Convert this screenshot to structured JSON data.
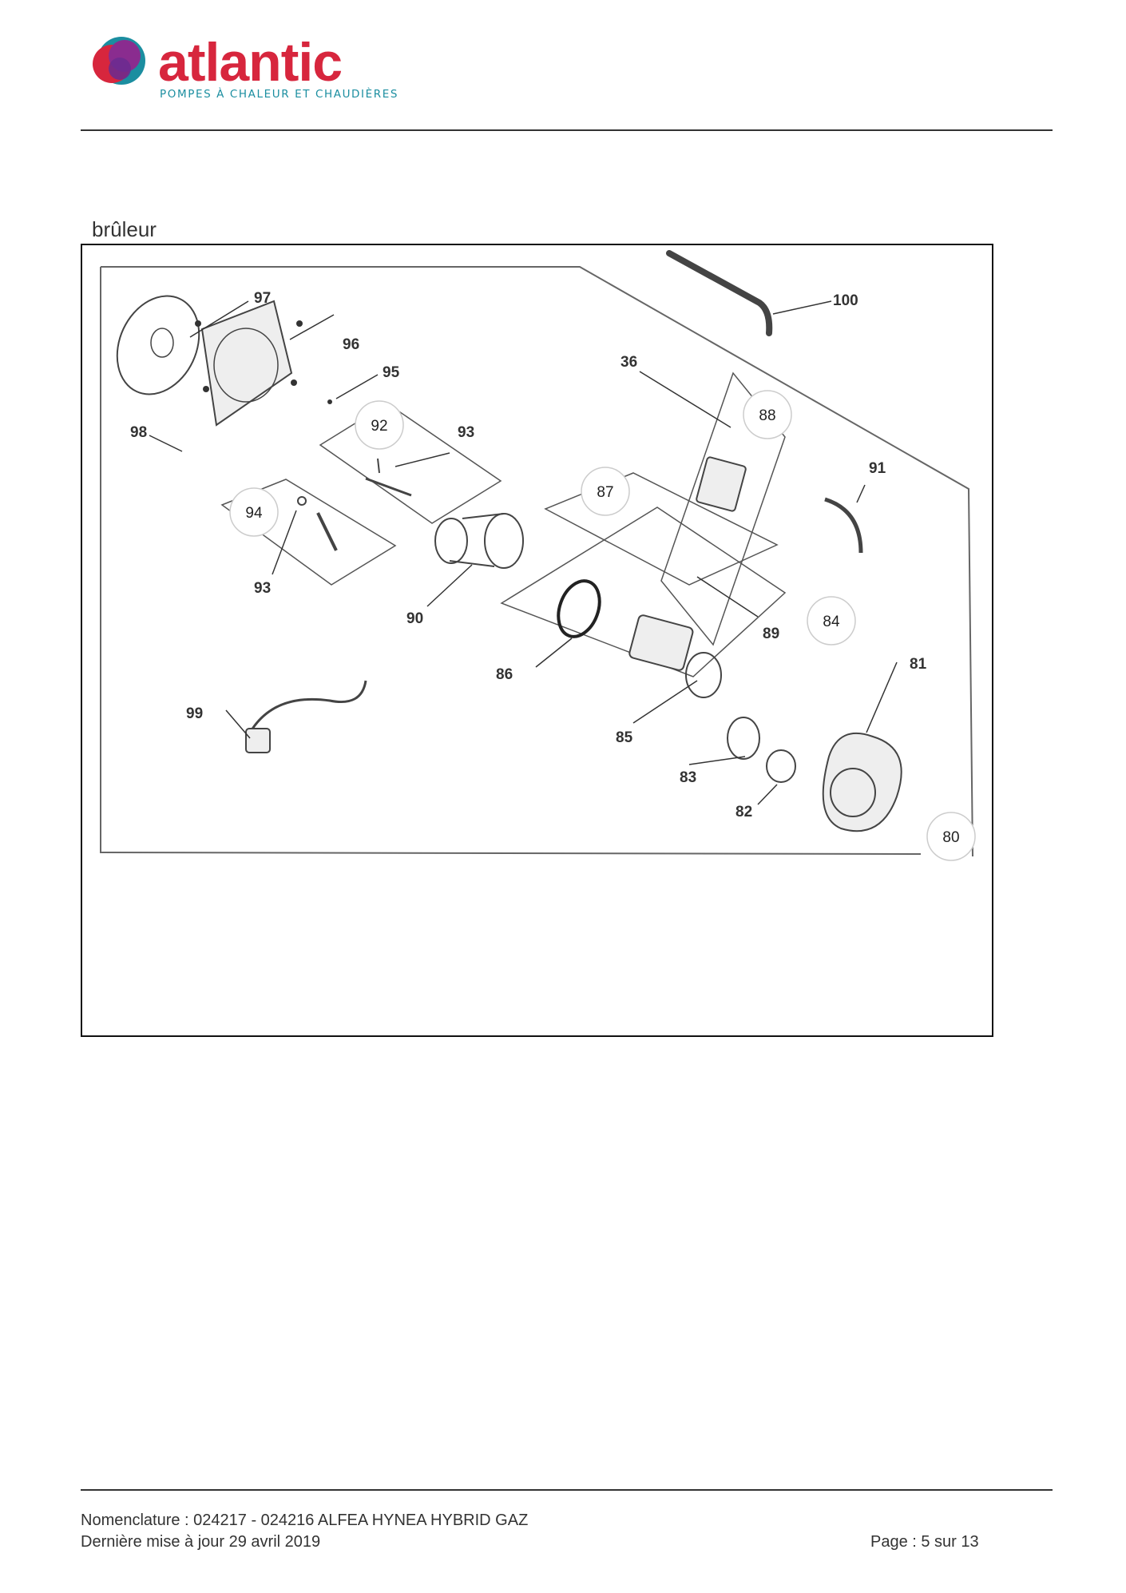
{
  "header": {
    "brand": "atlantic",
    "tagline": "POMPES À CHALEUR ET CHAUDIÈRES",
    "brand_color": "#d7263d",
    "tagline_color": "#1b8ea0"
  },
  "section_title": "brûleur",
  "diagram": {
    "circled_labels": [
      "92",
      "94",
      "87",
      "88",
      "84",
      "80"
    ],
    "callout_labels": [
      "97",
      "96",
      "95",
      "98",
      "93",
      "93",
      "90",
      "36",
      "100",
      "91",
      "89",
      "86",
      "85",
      "81",
      "83",
      "82",
      "99"
    ]
  },
  "footer": {
    "line1": "Nomenclature : 024217 - 024216 ALFEA HYNEA HYBRID GAZ",
    "line2": "Dernière mise à jour 29 avril 2019",
    "page": "Page : 5 sur 13"
  }
}
